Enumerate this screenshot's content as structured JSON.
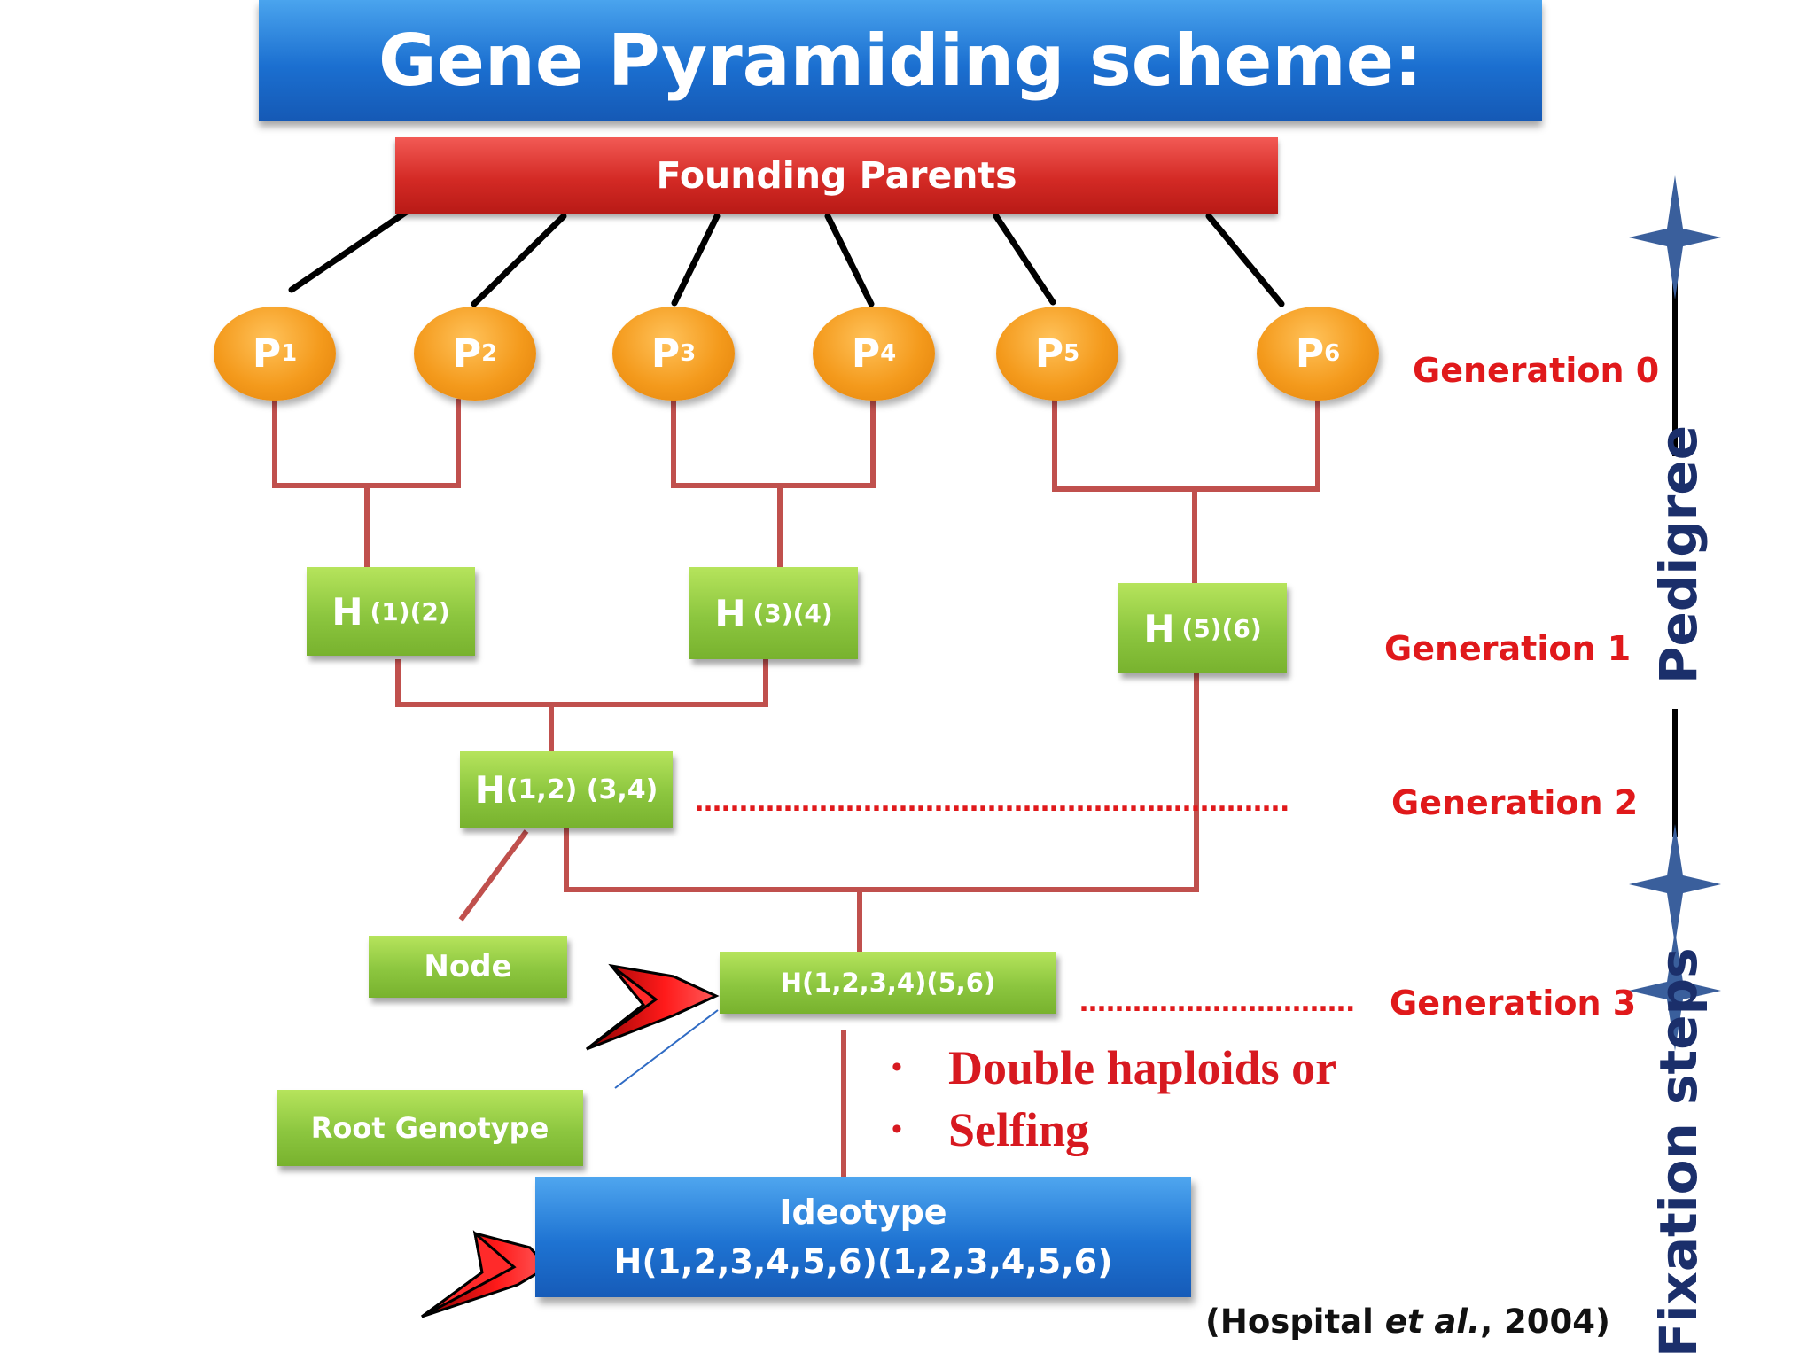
{
  "title": "Gene Pyramiding scheme:",
  "founding_parents": "Founding Parents",
  "parents": [
    {
      "letter": "P",
      "index": "1"
    },
    {
      "letter": "P",
      "index": "2"
    },
    {
      "letter": "P",
      "index": "3"
    },
    {
      "letter": "P",
      "index": "4"
    },
    {
      "letter": "P",
      "index": "5"
    },
    {
      "letter": "P",
      "index": "6"
    }
  ],
  "hybrids": {
    "h12": {
      "letter": "H",
      "sub": "(1)(2)"
    },
    "h34": {
      "letter": "H",
      "sub": "(3)(4)"
    },
    "h56": {
      "letter": "H",
      "sub": "(5)(6)"
    },
    "h1234": {
      "letter": "H",
      "sub": "(1,2) (3,4)"
    },
    "h123456": "H(1,2,3,4)(5,6)"
  },
  "node_label": "Node",
  "root_genotype_label": "Root Genotype",
  "ideotype": {
    "line1": "Ideotype",
    "line2": "H(1,2,3,4,5,6)(1,2,3,4,5,6)"
  },
  "generations": {
    "g0": "Generation  0",
    "g1": "Generation 1",
    "g2": "Generation 2",
    "g3": "Generation 3",
    "g2_dots": "………………………………………………………….",
    "g3_dots": "…………………………."
  },
  "fixation": {
    "bullet": "•",
    "item1": "Double haploids or",
    "item2": "Selfing"
  },
  "citation": {
    "open": "(Hospital ",
    "italic": "et al.",
    "close": ", 2004)"
  },
  "side_labels": {
    "pedigree": "Pedigree",
    "fixation_steps": "Fixation steps"
  },
  "colors": {
    "title_blue": "#1b6fd0",
    "founding_red": "#d42a25",
    "parent_orange": "#f49a1c",
    "hybrid_green": "#8cc63f",
    "connector_red": "#c0504d",
    "generation_red": "#e0191b",
    "side_navy": "#1b2f6b",
    "star_blue": "#3a5f9c"
  }
}
